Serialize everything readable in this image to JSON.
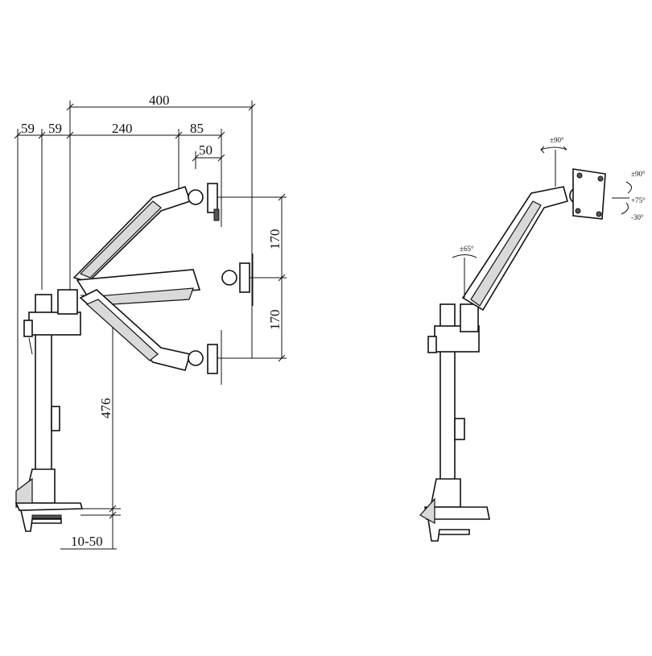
{
  "diagram": {
    "front_view": {
      "dimensions": {
        "overall_reach": "400",
        "clamp_offset": "59",
        "pole_offset": "59",
        "arm_length": "240",
        "head_length": "85",
        "tilt_head": "50",
        "upper_rise": "170",
        "lower_drop": "170",
        "pole_height": "476",
        "clamp_range": "10-50"
      }
    },
    "side_view": {
      "rotation_labels": {
        "top_swivel": "±90°",
        "right_rotate": "±90°",
        "tilt_up": "+75°",
        "tilt_down": "-30°",
        "arm_swivel": "±65°"
      }
    }
  }
}
